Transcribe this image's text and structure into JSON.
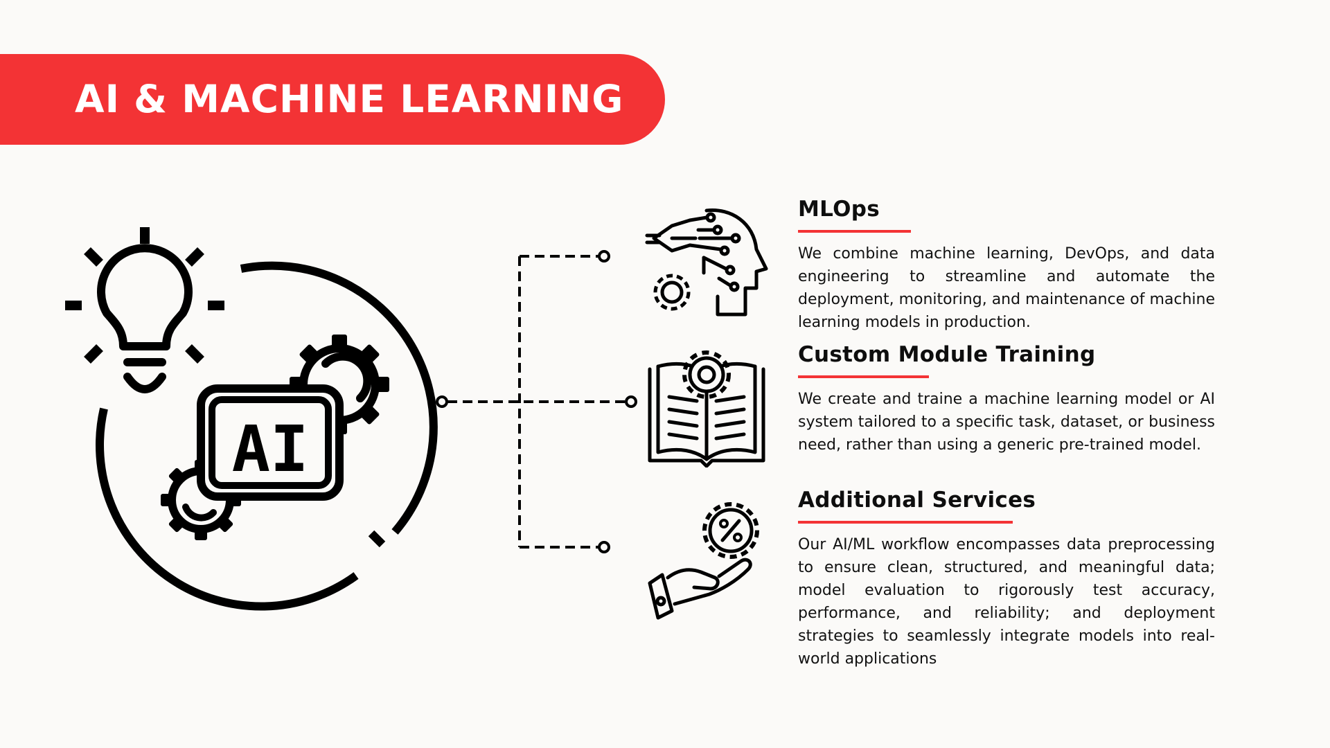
{
  "header": {
    "title": "AI & MACHINE LEARNING"
  },
  "hero": {
    "badge_text": "AI",
    "icons": [
      "lightbulb-icon",
      "gear-icon",
      "ai-chip-icon"
    ]
  },
  "sections": [
    {
      "title": "MLOps",
      "body": "We combine machine learning, DevOps, and data engineering to streamline and automate the deployment, monitoring, and maintenance of machine learning models in production.",
      "icon": "circuit-head-icon"
    },
    {
      "title": "Custom Module Training",
      "body": "We create and traine a machine learning model or AI system tailored to a specific task, dataset, or business need, rather than using a generic pre-trained model.",
      "icon": "book-gear-icon"
    },
    {
      "title": "Additional Services",
      "body": "Our AI/ML workflow encompasses data preprocessing to ensure clean, structured, and meaningful data; model evaluation to rigorously test accuracy, performance, and reliability; and deployment strategies to seamlessly integrate models into real-world applications",
      "icon": "hand-discount-icon"
    }
  ],
  "colors": {
    "accent": "#f33335",
    "background": "#fbfaf8",
    "ink": "#111111"
  }
}
